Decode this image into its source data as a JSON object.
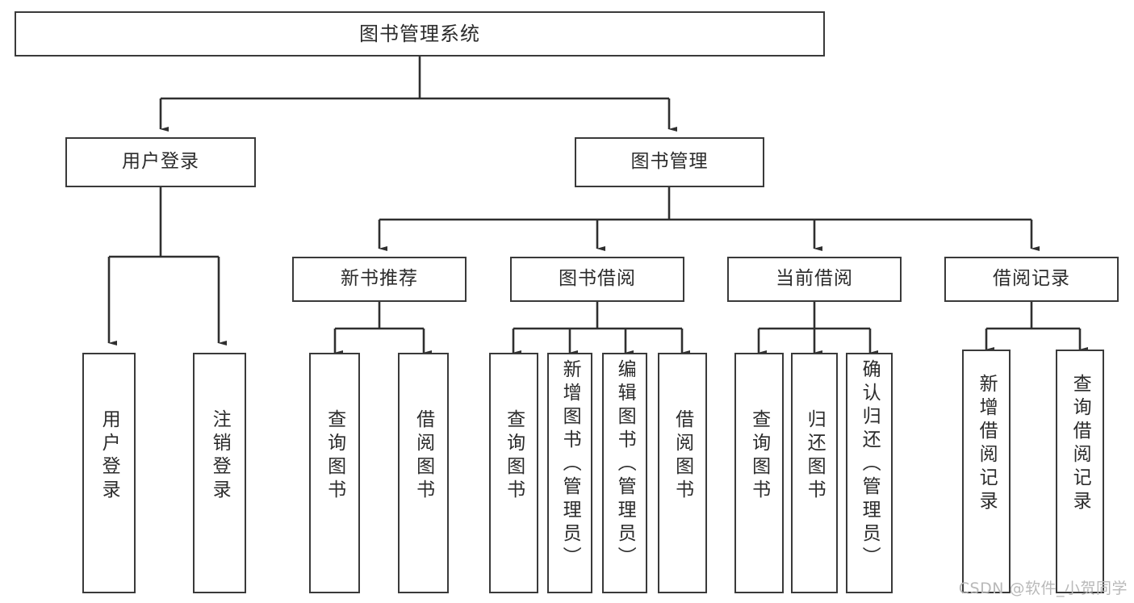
{
  "diagram": {
    "type": "tree-hierarchy",
    "title_node": "图书管理系统",
    "watermark": "CSDN @软件_小贺同学",
    "colors": {
      "background": "#ffffff",
      "box_border": "#3a3a3a",
      "connector": "#2f2f2f",
      "text": "#2b2b2b",
      "watermark": "#b9b9b9"
    },
    "nodes": {
      "root": {
        "label": "图书管理系统"
      },
      "level2": [
        {
          "id": "user-login",
          "label": "用户登录"
        },
        {
          "id": "book-management",
          "label": "图书管理"
        }
      ],
      "level3": [
        {
          "id": "new-book-recommend",
          "label": "新书推荐"
        },
        {
          "id": "book-borrow",
          "label": "图书借阅"
        },
        {
          "id": "current-borrow",
          "label": "当前借阅"
        },
        {
          "id": "borrow-record",
          "label": "借阅记录"
        }
      ],
      "leaves": {
        "user_login": [
          {
            "id": "leaf-user-login",
            "label": "用户登录"
          },
          {
            "id": "leaf-logout-login",
            "label": "注销登录"
          }
        ],
        "new_book_recommend": [
          {
            "id": "leaf-query-book-1",
            "label": "查询图书"
          },
          {
            "id": "leaf-borrow-book-1",
            "label": "借阅图书"
          }
        ],
        "book_borrow": [
          {
            "id": "leaf-query-book-2",
            "label": "查询图书"
          },
          {
            "id": "leaf-add-book",
            "label": "新增图书（管理员）"
          },
          {
            "id": "leaf-edit-book",
            "label": "编辑图书（管理员）"
          },
          {
            "id": "leaf-borrow-book-2",
            "label": "借阅图书"
          }
        ],
        "current_borrow": [
          {
            "id": "leaf-query-book-3",
            "label": "查询图书"
          },
          {
            "id": "leaf-return-book",
            "label": "归还图书"
          },
          {
            "id": "leaf-confirm-return",
            "label": "确认归还（管理员）"
          }
        ],
        "borrow_record": [
          {
            "id": "leaf-add-record",
            "label": "新增借阅记录"
          },
          {
            "id": "leaf-query-record",
            "label": "查询借阅记录"
          }
        ]
      }
    }
  }
}
